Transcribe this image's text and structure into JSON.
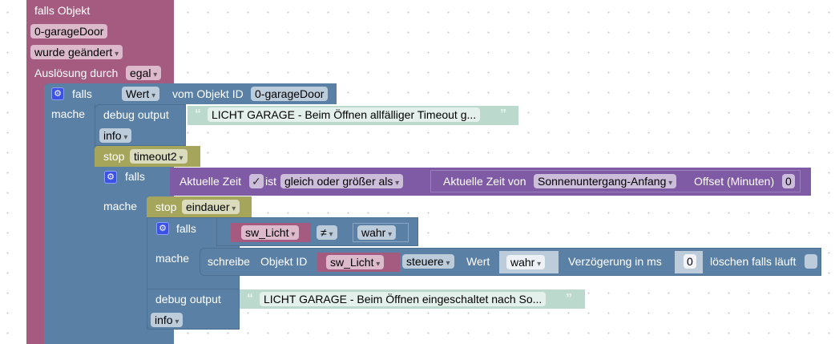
{
  "trigger": {
    "title": "falls Objekt",
    "object_id": "0-garageDoor",
    "condition": "wurde geändert",
    "trigger_by_label": "Auslösung durch",
    "trigger_by_value": "egal"
  },
  "if1": {
    "label": "falls",
    "do_label": "mache",
    "value_prop": "Wert",
    "from_object_label": "vom Objekt ID",
    "object_id": "0-garageDoor"
  },
  "debug1": {
    "label": "debug output",
    "text": "LICHT GARAGE - Beim Öffnen allfälliger Timeout g...",
    "level": "info"
  },
  "stop1": {
    "label": "stop",
    "timer": "timeout2"
  },
  "if2": {
    "label": "falls",
    "do_label": "mache",
    "time_label": "Aktuelle Zeit",
    "check_mark": "✓",
    "is_label": "ist",
    "comparator": "gleich oder größer als",
    "astro_label": "Aktuelle Zeit von",
    "astro_value": "Sonnenuntergang-Anfang",
    "offset_label": "Offset (Minuten)",
    "offset_value": "0"
  },
  "stop2": {
    "label": "stop",
    "timer": "eindauer"
  },
  "if3": {
    "label": "falls",
    "do_label": "mache",
    "variable": "sw_Licht",
    "operator": "≠",
    "compare_value": "wahr"
  },
  "write": {
    "label": "schreibe",
    "object_label": "Objekt ID",
    "variable": "sw_Licht",
    "mode": "steuere",
    "value_label": "Wert",
    "value": "wahr",
    "delay_label": "Verzögerung in ms",
    "delay_value": "0",
    "clear_label": "löschen falls läuft"
  },
  "debug2": {
    "label": "debug output",
    "text": "LICHT GARAGE - Beim Öffnen eingeschaltet nach So...",
    "level": "info"
  },
  "colors": {
    "trigger": "#a55b80",
    "logic": "#5b80a5",
    "timer": "#a5a55b",
    "time": "#805ba5",
    "text": "#bcd9cd"
  }
}
